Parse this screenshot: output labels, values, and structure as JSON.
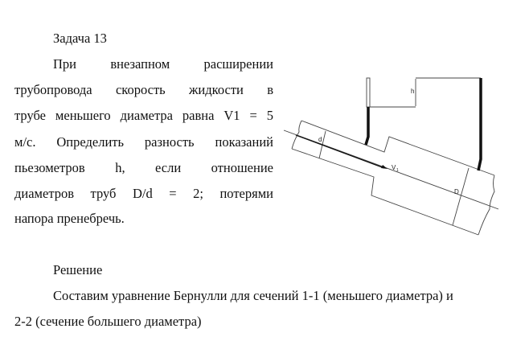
{
  "task": {
    "title": "Задача 13",
    "lines": [
      "При внезапном расширении",
      "трубопровода скорость жидкости в",
      "трубе меньшего диаметра равна V1 = 5",
      "м/с. Определить разность показаний",
      "пьезометров h, если отношение",
      "диаметров труб D/d = 2; потерями",
      "напора пренебречь."
    ]
  },
  "figure": {
    "labels": {
      "h": "h",
      "d": "d",
      "v": "V",
      "v_sub": "1",
      "D": "D"
    }
  },
  "solution": {
    "title": "Решение",
    "line1": "Составим уравнение Бернулли для сечений 1-1 (меньшего диаметра) и",
    "line2": "2-2 (сечение большего диаметра)"
  }
}
